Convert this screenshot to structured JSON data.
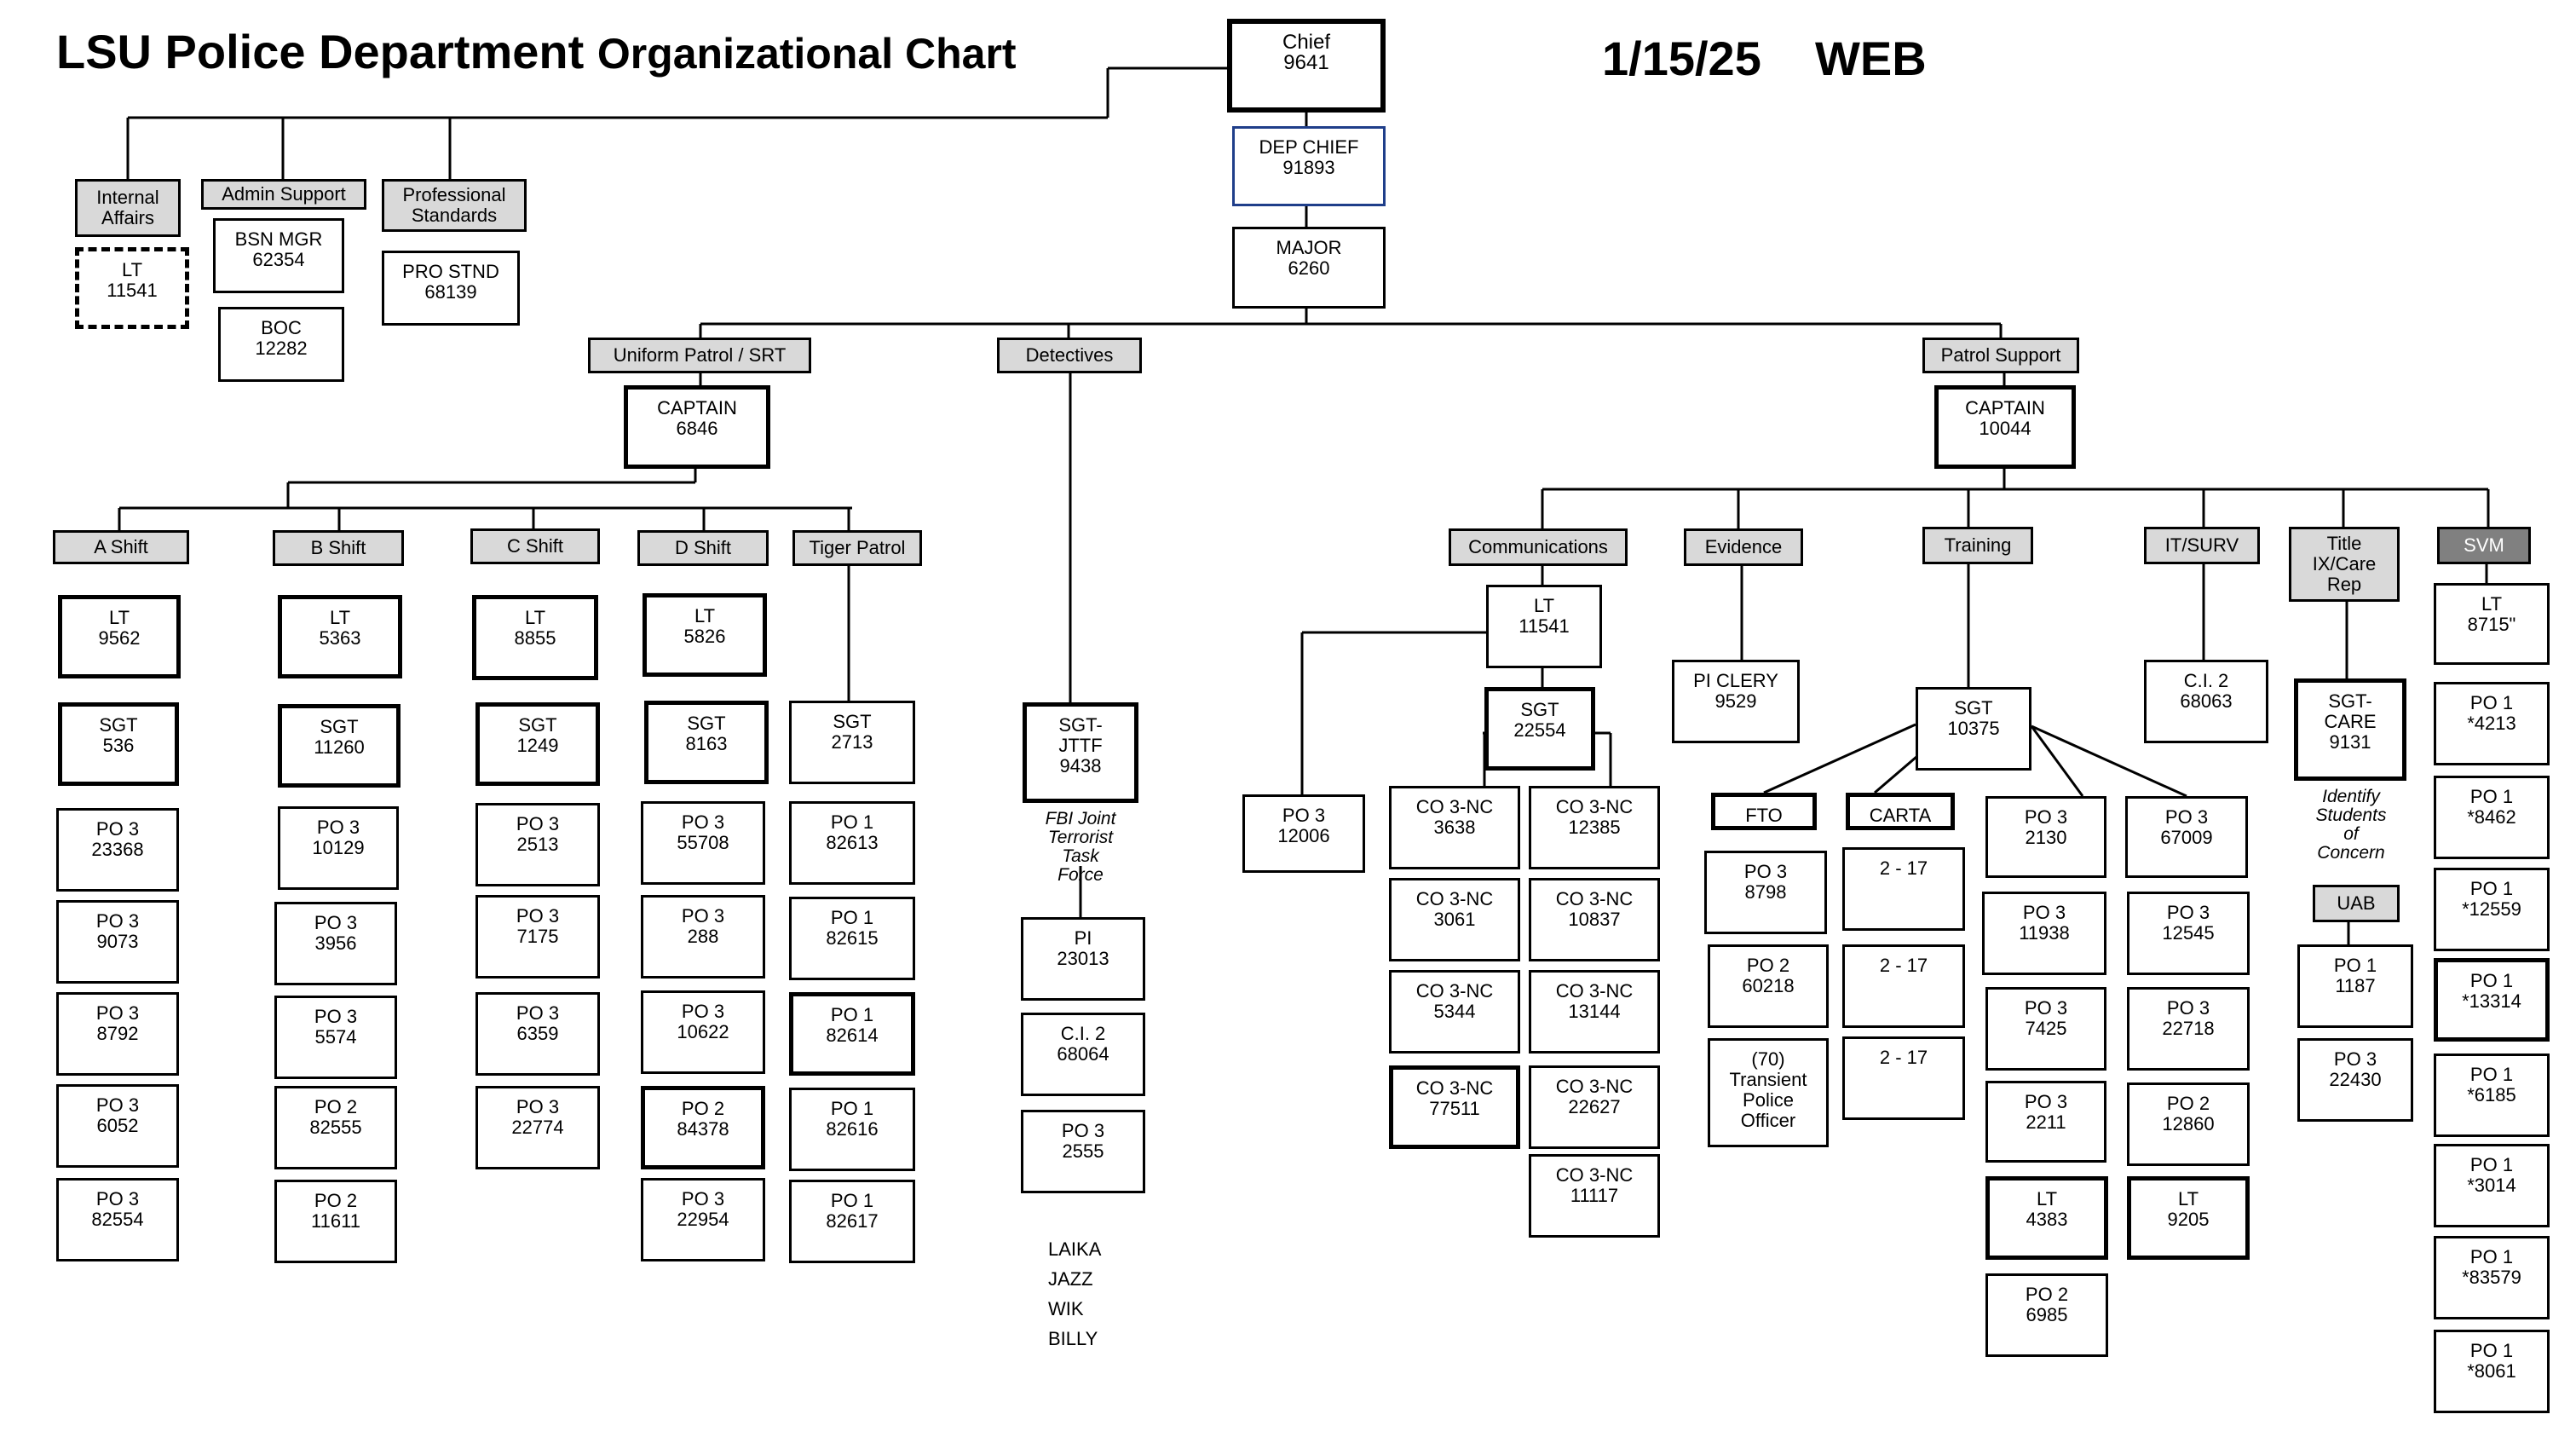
{
  "header": {
    "title_bold": "LSU Police Department",
    "title_rest": "Organizational Chart",
    "date": "1/15/25",
    "tag": "WEB"
  },
  "boxes": {
    "chief": "Chief\n9641",
    "dep_chief": "DEP CHIEF\n91893",
    "major": "MAJOR\n6260",
    "internal_affairs": "Internal\nAffairs",
    "ia_lt": "LT\n11541",
    "admin_support": "Admin Support",
    "bsn_mgr": "BSN MGR\n62354",
    "boc": "BOC\n12282",
    "professional_standards": "Professional\nStandards",
    "pro_stnd": "PRO STND\n68139",
    "uniform_patrol": "Uniform Patrol / SRT",
    "up_captain": "CAPTAIN\n6846",
    "detectives": "Detectives",
    "patrol_support": "Patrol Support",
    "ps_captain": "CAPTAIN\n10044",
    "a_shift": "A Shift",
    "a1": "LT\n9562",
    "a2": "SGT\n536",
    "a3": "PO 3\n23368",
    "a4": "PO 3\n9073",
    "a5": "PO 3\n8792",
    "a6": "PO 3\n6052",
    "a7": "PO 3\n82554",
    "b_shift": "B Shift",
    "b1": "LT\n5363",
    "b2": "SGT\n11260",
    "b3": "PO 3\n10129",
    "b4": "PO 3\n3956",
    "b5": "PO 3\n5574",
    "b6": "PO 2\n82555",
    "b7": "PO 2\n11611",
    "c_shift": "C Shift",
    "c1": "LT\n8855",
    "c2": "SGT\n1249",
    "c3": "PO 3\n2513",
    "c4": "PO 3\n7175",
    "c5": "PO 3\n6359",
    "c6": "PO 3\n22774",
    "d_shift": "D Shift",
    "d1": "LT\n5826",
    "d2": "SGT\n8163",
    "d3": "PO 3\n55708",
    "d4": "PO 3\n288",
    "d5": "PO 3\n10622",
    "d6": "PO 2\n84378",
    "d7": "PO 3\n22954",
    "tiger_patrol": "Tiger Patrol",
    "t1": "SGT\n2713",
    "t2": "PO 1\n82613",
    "t3": "PO 1\n82615",
    "t4": "PO 1\n82614",
    "t5": "PO 1\n82616",
    "t6": "PO 1\n82617",
    "det_sgt": "SGT-\nJTTF\n9438",
    "det_pi": "PI\n23013",
    "det_ci": "C.I. 2\n68064",
    "det_po": "PO 3\n2555",
    "communications": "Communications",
    "com_lt": "LT\n11541",
    "com_sgt": "SGT\n22554",
    "com_po": "PO 3\n12006",
    "co1": "CO 3-NC\n3638",
    "co2": "CO 3-NC\n3061",
    "co3": "CO 3-NC\n5344",
    "co4": "CO 3-NC\n77511",
    "co5": "CO 3-NC\n12385",
    "co6": "CO 3-NC\n10837",
    "co7": "CO 3-NC\n13144",
    "co8": "CO 3-NC\n22627",
    "co9": "CO 3-NC\n11117",
    "evidence": "Evidence",
    "pi_clery": "PI CLERY\n9529",
    "training": "Training",
    "tr_sgt": "SGT\n10375",
    "fto": "FTO",
    "fto1": "PO 3\n8798",
    "fto2": "PO 2\n60218",
    "fto3": "(70)\nTransient\nPolice\nOfficer",
    "carta": "CARTA",
    "ca1": "2 - 17",
    "ca2": "2 - 17",
    "ca3": "2 - 17",
    "tr1": "PO 3\n2130",
    "tr2": "PO 3\n11938",
    "tr3": "PO 3\n7425",
    "tr4": "PO 3\n2211",
    "tr5": "LT\n4383",
    "tr6": "PO 2\n6985",
    "tr7": "PO 3\n67009",
    "tr8": "PO 3\n12545",
    "tr9": "PO 3\n22718",
    "tr10": "PO 2\n12860",
    "tr11": "LT\n9205",
    "it_surv": "IT/SURV",
    "it_ci": "C.I. 2\n68063",
    "title_ix": "Title\nIX/Care\nRep",
    "sgt_care": "SGT-\nCARE\n9131",
    "uab": "UAB",
    "uab1": "PO 1\n1187",
    "uab2": "PO 3\n22430",
    "svm": "SVM",
    "svm_lt": "LT\n8715\"",
    "s1": "PO 1\n*4213",
    "s2": "PO 1\n*8462",
    "s3": "PO 1\n*12559",
    "s4": "PO 1\n*13314",
    "s5": "PO 1\n*6185",
    "s6": "PO 1\n*3014",
    "s7": "PO 1\n*83579",
    "s8": "PO 1\n*8061"
  },
  "notes": {
    "fbi": "FBI Joint\nTerrorist\nTask\nForce",
    "identify": "Identify\nStudents\nof\nConcern"
  },
  "k9": [
    "LAIKA",
    "JAZZ",
    "WIK",
    "BILLY"
  ]
}
